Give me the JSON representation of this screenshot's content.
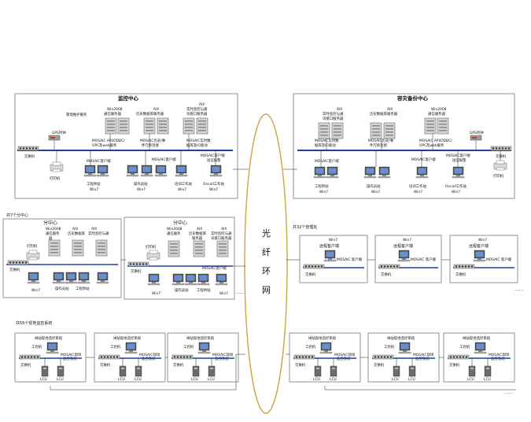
{
  "top_left": {
    "title": "监控中心",
    "gps": "GPS时钟",
    "switch": "交换机",
    "printer": "打印机",
    "mgmt_label": "管理维护服务",
    "win2008": "Win2008",
    "comm_server": "通信服务器",
    "aix1": "AIX",
    "hist_server": "历史数据库服务器",
    "aix2": "AIX",
    "rt_server_1": "实时监控与通",
    "rt_server_2": "讯接口服务器",
    "mosaic_api": "MOSAIC API/ODBC/",
    "opc_web": "OPC及web服务",
    "hist_sync_1": "MOSAIC历史/事",
    "hist_sync_2": "件冗余连接",
    "rt_sync_1": "MOSAIC实时数",
    "rt_sync_2": "据库及IO驱动",
    "client_a": "MOSAIC客户端",
    "client_b": "MOSAIC客户端",
    "client_c1": "MOSAIC客户端",
    "client_c2": "短信报警",
    "eng": "工程师站",
    "op": "操作员站",
    "train": "培训工作站",
    "oncall": "Oncall工作站",
    "os": "Win7"
  },
  "top_right": {
    "title": "容灾备份中心",
    "gps": "GPS时钟",
    "switch": "交换机",
    "printer": "打印机",
    "aix1": "AIX",
    "rt_server_1": "实时监控与通",
    "rt_server_2": "讯接口服务器",
    "aix2": "AIX",
    "hist_server": "历史数据库服务器",
    "win2008": "Win2008",
    "comm_server": "通信服务器",
    "rt_sync_1": "MOSAIC实时数",
    "rt_sync_2": "据库及IO驱动",
    "hist_sync_1": "MOSAIC历史/事",
    "hist_sync_2": "件冗余连接",
    "mosaic_api": "MOSAIC API/ODBC/",
    "opc_web": "OPC及web服务",
    "client_a": "MOSAIC客户端",
    "client_b": "MOSAIC客户端",
    "client_c1": "MOSAIC客户端",
    "client_c2": "短信报警",
    "eng": "工程师站",
    "op": "操作员站",
    "train": "培训工作站",
    "oncall": "Oncall工作站",
    "os": "Win7"
  },
  "fiber_ring": [
    "光",
    "纤",
    "环",
    "网"
  ],
  "sub_centers": {
    "group_label": "共7个分中心",
    "title": "分中心",
    "printer": "打印机",
    "switch": "交换机",
    "win2008": "Win2008",
    "comm": "通信服务",
    "server": "器",
    "aix": "AIX",
    "hist": "历史数据库",
    "hist2": "服务器",
    "rt1": "实时监控与通",
    "rt2": "讯接口服务器",
    "op": "操作员站",
    "eng": "工程师站",
    "client": "MOSAIC客户端",
    "win7": "Win7",
    "ellipsis": "……"
  },
  "mgmt_offices": {
    "group_label": "共32个管理处",
    "os": "Win7",
    "label": "远程客户端",
    "sublabel": "MOSAIC 客户端",
    "switch": "交换机",
    "ellipsis": "……"
  },
  "stations": {
    "group_label": "共55个现地监控系统",
    "title": "闸站现地监控系统",
    "pc": "工控机",
    "switch": "交换机",
    "scada1": "MOSAIC现场",
    "scada2": "监控系统",
    "lcu": "LCU",
    "ellipsis": "……"
  },
  "colors": {
    "bus": "#1f3ea8",
    "frame": "#666666",
    "accent": "#c0392b"
  }
}
